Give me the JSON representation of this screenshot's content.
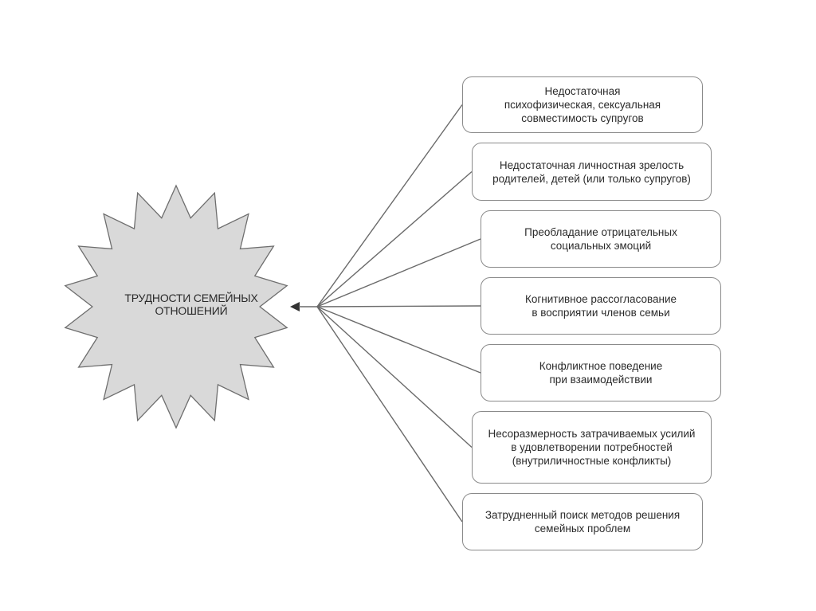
{
  "diagram": {
    "center": {
      "label": "ТРУДНОСТИ СЕМЕЙНЫХ\nОТНОШЕНИЙ",
      "shape": "starburst",
      "fill": "#d9d9d9",
      "stroke": "#6e6e6e"
    },
    "connector_color": "#6a6a6a",
    "box_border_color": "#8a8a8a",
    "factors": [
      {
        "text": "Недостаточная\nпсихофизическая, сексуальная\nсовместимость супругов"
      },
      {
        "text": "Недостаточная личностная зрелость\nродителей, детей (или только супругов)"
      },
      {
        "text": "Преобладание отрицательных\nсоциальных эмоций"
      },
      {
        "text": "Когнитивное рассогласование\nв восприятии членов семьи"
      },
      {
        "text": "Конфликтное поведение\nпри взаимодействии"
      },
      {
        "text": "Несоразмерность затрачиваемых усилий\nв удовлетворении потребностей\n(внутриличностные конфликты)"
      },
      {
        "text": "Затрудненный поиск методов решения\nсемейных проблем"
      }
    ]
  }
}
